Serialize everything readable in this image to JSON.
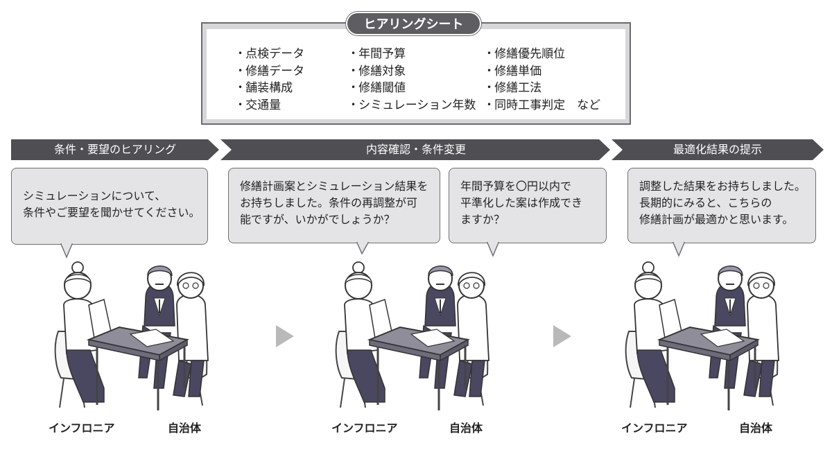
{
  "hearing_sheet": {
    "title": "ヒアリングシート",
    "columns": [
      [
        "点検データ",
        "修繕データ",
        "舗装構成",
        "交通量"
      ],
      [
        "年間予算",
        "修繕対象",
        "修繕閾値",
        "シミュレーション年数"
      ],
      [
        "修繕優先順位",
        "修繕単価",
        "修繕工法",
        "同時工事判定　など"
      ]
    ]
  },
  "steps": [
    {
      "label": "条件・要望のヒアリング"
    },
    {
      "label": "内容確認・条件変更"
    },
    {
      "label": "最適化結果の提示"
    }
  ],
  "bubbles": [
    {
      "lines": [
        "シミュレーションについて、",
        "条件やご要望を聞かせてください。"
      ]
    },
    {
      "lines": [
        "修繕計画案とシミュレーション結果を",
        "お持ちしました。条件の再調整が可",
        "能ですが、いかがでしょうか？"
      ]
    },
    {
      "lines": [
        "年間予算を〇円以内で",
        "平準化した案は作成でき",
        "ますか？"
      ]
    },
    {
      "lines": [
        "調整した結果をお持ちしました。",
        "長期的にみると、こちらの",
        "修繕計画が最適かと思います。"
      ]
    }
  ],
  "scenes": [
    {
      "left_name": "インフロニア",
      "right_name": "自治体"
    },
    {
      "left_name": "インフロニア",
      "right_name": "自治体"
    },
    {
      "left_name": "インフロニア",
      "right_name": "自治体"
    }
  ],
  "colors": {
    "dark": "#4e4e53",
    "light_fill": "#e4e4e6",
    "figure_dark": "#4a4760",
    "arrow_gray": "#b9b9bb"
  }
}
